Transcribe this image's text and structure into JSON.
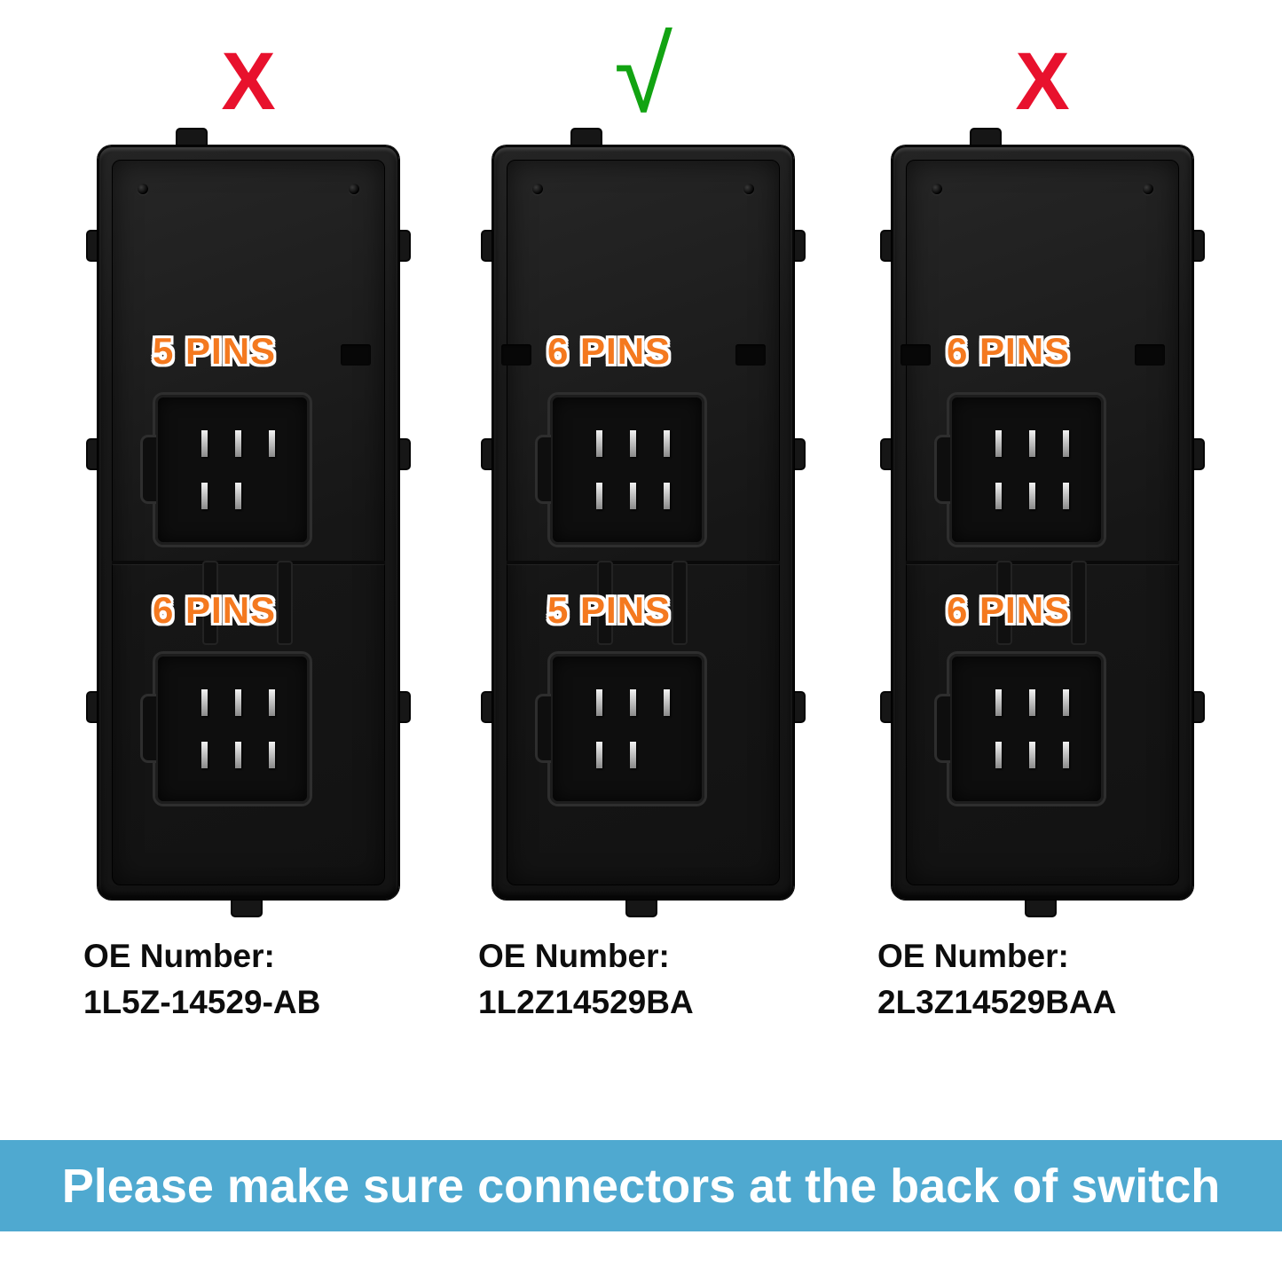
{
  "banner": {
    "text": "Please make sure connectors at the back of switch"
  },
  "columns": [
    {
      "verdict": "X",
      "top_label": "5 PINS",
      "bottom_label": "6 PINS",
      "oe_title": "OE Number:",
      "oe_number": "1L5Z-14529-AB"
    },
    {
      "verdict": "√",
      "top_label": "6 PINS",
      "bottom_label": "5 PINS",
      "oe_title": "OE Number:",
      "oe_number": "1L2Z14529BA"
    },
    {
      "verdict": "X",
      "top_label": "6 PINS",
      "bottom_label": "6 PINS",
      "oe_title": "OE Number:",
      "oe_number": "2L3Z14529BAA"
    }
  ],
  "colors": {
    "pin_label_orange": "#f4791f",
    "banner_blue": "#4fa9d0",
    "reject_red": "#e8112d",
    "accept_green": "#12a312"
  }
}
